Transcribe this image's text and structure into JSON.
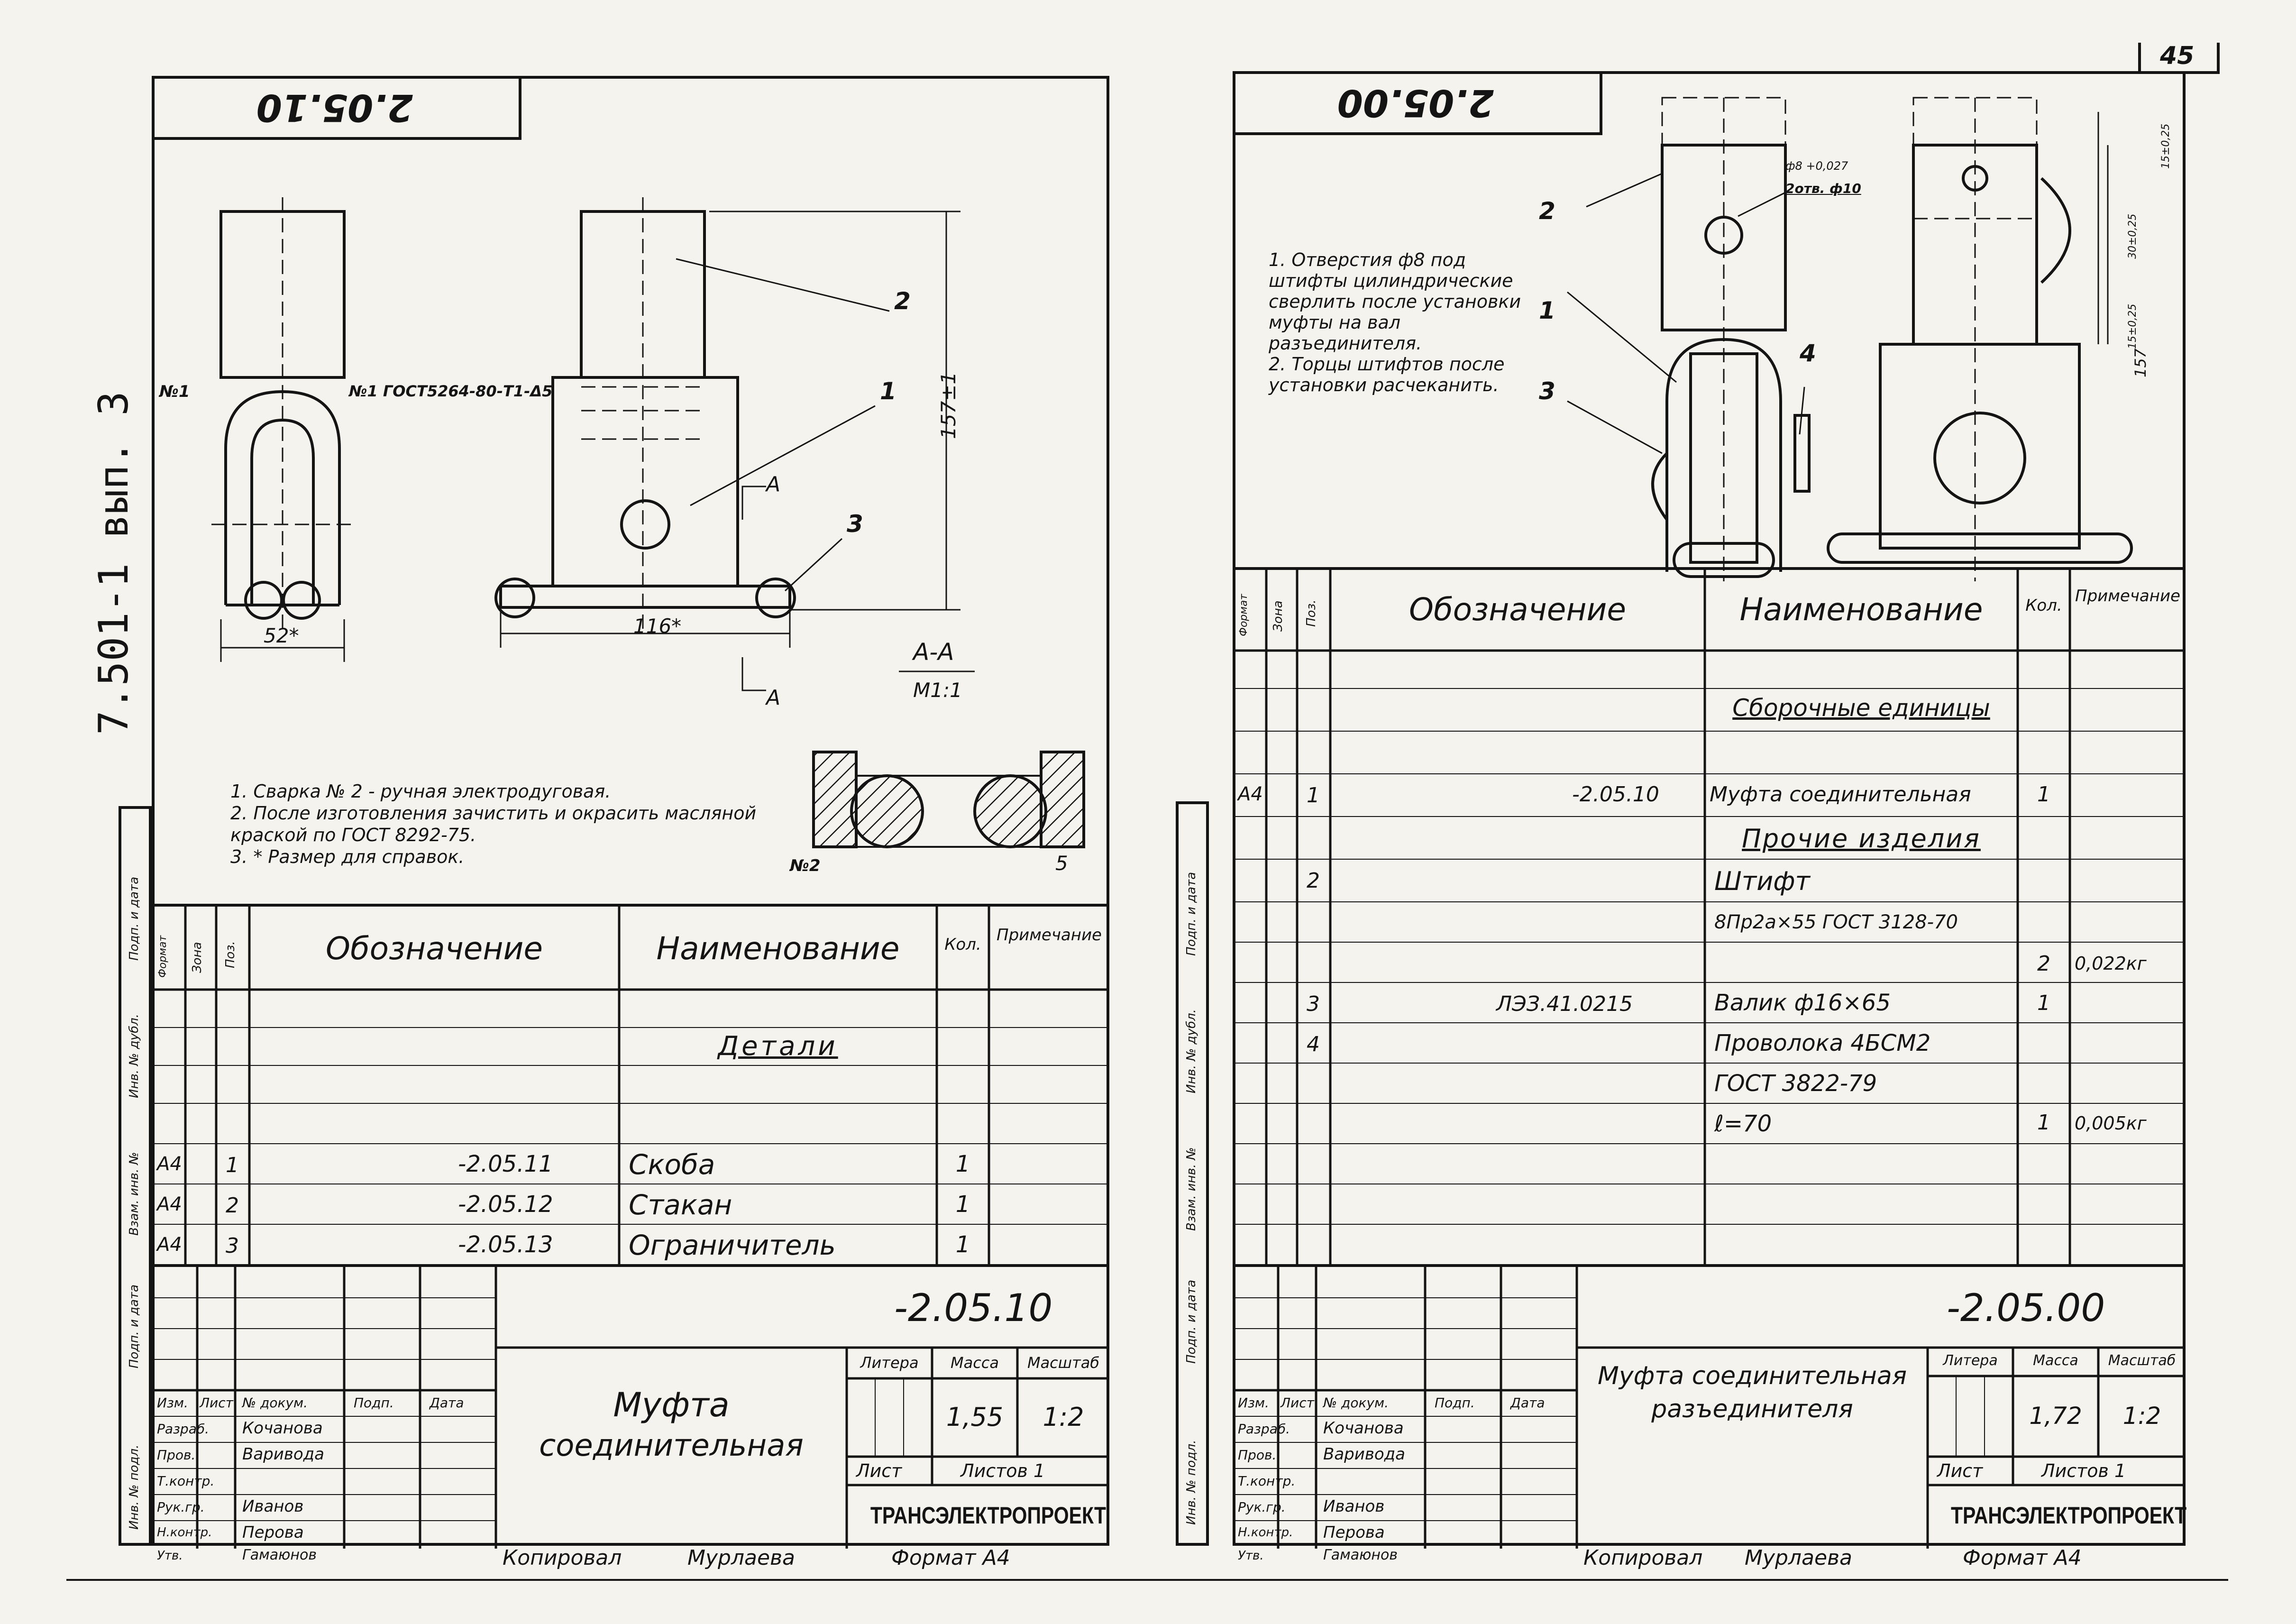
{
  "page_number": "45",
  "series_label": "7.501-1 вып. 3",
  "left_sheet": {
    "stamp": "2.05.10",
    "notes": [
      "1. Сварка № 2 - ручная электродуговая.",
      "2. После изготовления зачистить и окрасить масляной краской по ГОСТ 8292-75.",
      "3. * Размер для справок."
    ],
    "callouts": {
      "weld1_left": "№1",
      "weld1_right": "№1 ГОСТ5264-80-Т1-Δ5",
      "weld2": "№2",
      "part1": "1",
      "part2": "2",
      "part3": "3",
      "section_letter_top": "А",
      "section_letter_bottom": "А",
      "section_title": "А-А",
      "section_scale": "М1:1"
    },
    "dims": {
      "d52": "52*",
      "d116": "116*",
      "d157": "157±1",
      "d5": "5"
    },
    "spec_headers": [
      "Формат",
      "Зона",
      "Поз.",
      "Обозначение",
      "Наименование",
      "Кол.",
      "Примечание"
    ],
    "section_title": "Детали",
    "rows": [
      {
        "format": "А4",
        "pos": "1",
        "designation": "-2.05.11",
        "name": "Скоба",
        "qty": "1"
      },
      {
        "format": "А4",
        "pos": "2",
        "designation": "-2.05.12",
        "name": "Стакан",
        "qty": "1"
      },
      {
        "format": "А4",
        "pos": "3",
        "designation": "-2.05.13",
        "name": "Ограничитель",
        "qty": "1"
      }
    ],
    "title_block": {
      "code": "-2.05.10",
      "title_line1": "Муфта",
      "title_line2": "соединительная",
      "col_headers": [
        "Изм.",
        "Лист",
        "№ докум.",
        "Подп.",
        "Дата"
      ],
      "people": [
        {
          "role": "Разраб.",
          "name": "Кочанова"
        },
        {
          "role": "Пров.",
          "name": "Варивода"
        },
        {
          "role": "Т.контр.",
          "name": ""
        },
        {
          "role": "Рук.гр.",
          "name": "Иванов"
        },
        {
          "role": "Н.контр.",
          "name": "Перова"
        },
        {
          "role": "Утв.",
          "name": "Гамаюнов"
        }
      ],
      "litera_label": "Литера",
      "mass_label": "Масса",
      "scale_label": "Масштаб",
      "mass": "1,55",
      "scale": "1:2",
      "sheet_label": "Лист",
      "sheets_label": "Листов 1",
      "org": "ТРАНСЭЛЕКТРОПРОЕКТ"
    },
    "footer_copied": "Копировал",
    "footer_copier": "Мурлаева",
    "footer_format": "Формат А4",
    "side_labels": [
      "Инв. № подл.",
      "Подп. и дата",
      "Взам. инв. №",
      "Инв. № дубл.",
      "Подп. и дата"
    ]
  },
  "right_sheet": {
    "stamp": "2.05.00",
    "notes": [
      "1. Отверстия ф8 под штифты цилиндрические сверлить после установки муфты на вал разъединителя.",
      "2. Торцы штифтов после установки расчеканить."
    ],
    "callouts": {
      "part1": "1",
      "part2": "2",
      "part3": "3",
      "part4": "4",
      "hole": "ф8 +0,027",
      "holes2": "2отв. ф10"
    },
    "dims": {
      "d157": "157",
      "d15a": "15±0,25",
      "d30": "30±0,25",
      "d15b": "15±0,25"
    },
    "spec_headers": [
      "Формат",
      "Зона",
      "Поз.",
      "Обозначение",
      "Наименование",
      "Кол.",
      "Примечание"
    ],
    "rows": [
      {
        "format": "",
        "pos": "",
        "designation": "",
        "name": "Сборочные единицы",
        "qty": "",
        "note": "",
        "heading": true
      },
      {
        "format": "А4",
        "pos": "1",
        "designation": "-2.05.10",
        "name": "Муфта соединительная",
        "qty": "1",
        "note": ""
      },
      {
        "format": "",
        "pos": "",
        "designation": "",
        "name": "Прочие изделия",
        "qty": "",
        "note": "",
        "heading": true
      },
      {
        "format": "",
        "pos": "2",
        "designation": "",
        "name": "Штифт",
        "qty": "",
        "note": ""
      },
      {
        "format": "",
        "pos": "",
        "designation": "",
        "name": "8Пр2а×55 ГОСТ 3128-70",
        "qty": "",
        "note": ""
      },
      {
        "format": "",
        "pos": "",
        "designation": "",
        "name": "",
        "qty": "2",
        "note": "0,022кг"
      },
      {
        "format": "",
        "pos": "3",
        "designation": "ЛЭЗ.41.0215",
        "name": "Валик ф16×65",
        "qty": "1",
        "note": ""
      },
      {
        "format": "",
        "pos": "4",
        "designation": "",
        "name": "Проволока 4БСМ2",
        "qty": "",
        "note": ""
      },
      {
        "format": "",
        "pos": "",
        "designation": "",
        "name": "ГОСТ 3822-79",
        "qty": "",
        "note": ""
      },
      {
        "format": "",
        "pos": "",
        "designation": "",
        "name": "ℓ=70",
        "qty": "1",
        "note": "0,005кг"
      }
    ],
    "title_block": {
      "code": "-2.05.00",
      "title_line1": "Муфта соединительная",
      "title_line2": "разъединителя",
      "col_headers": [
        "Изм.",
        "Лист",
        "№ докум.",
        "Подп.",
        "Дата"
      ],
      "people": [
        {
          "role": "Разраб.",
          "name": "Кочанова"
        },
        {
          "role": "Пров.",
          "name": "Варивода"
        },
        {
          "role": "Т.контр.",
          "name": ""
        },
        {
          "role": "Рук.гр.",
          "name": "Иванов"
        },
        {
          "role": "Н.контр.",
          "name": "Перова"
        },
        {
          "role": "Утв.",
          "name": "Гамаюнов"
        }
      ],
      "litera_label": "Литера",
      "mass_label": "Масса",
      "scale_label": "Масштаб",
      "mass": "1,72",
      "scale": "1:2",
      "sheet_label": "Лист",
      "sheets_label": "Листов 1",
      "org": "ТРАНСЭЛЕКТРОПРОЕКТ"
    },
    "footer_copied": "Копировал",
    "footer_copier": "Мурлаева",
    "footer_format": "Формат А4",
    "side_labels": [
      "Инв. № подл.",
      "Подп. и дата",
      "Взам. инв. №",
      "Инв. № дубл.",
      "Подп. и дата"
    ]
  }
}
